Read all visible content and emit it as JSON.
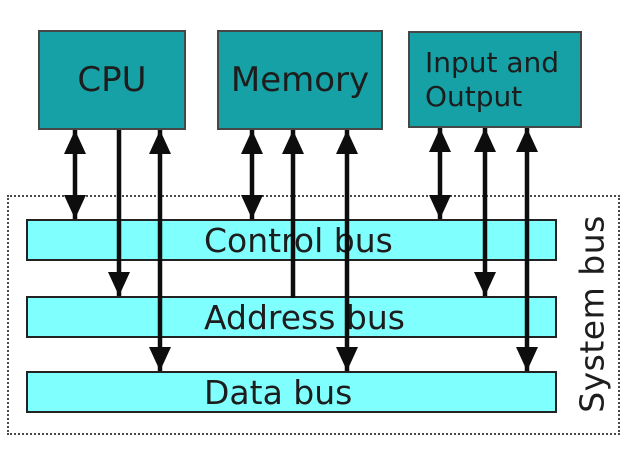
{
  "container_label": "System bus",
  "boxes": {
    "cpu": {
      "label": "CPU"
    },
    "memory": {
      "label": "Memory"
    },
    "io": {
      "line1": "Input and",
      "line2": "Output"
    }
  },
  "buses": [
    {
      "id": "control",
      "label": "Control bus"
    },
    {
      "id": "address",
      "label": "Address bus"
    },
    {
      "id": "data",
      "label": "Data bus"
    }
  ],
  "connections": [
    {
      "id": "cpu-control",
      "from": "CPU",
      "to": "Control bus",
      "direction": "both"
    },
    {
      "id": "cpu-address",
      "from": "CPU",
      "to": "Address bus",
      "direction": "down"
    },
    {
      "id": "cpu-data",
      "from": "CPU",
      "to": "Data bus",
      "direction": "both"
    },
    {
      "id": "memory-control",
      "from": "Memory",
      "to": "Control bus",
      "direction": "both"
    },
    {
      "id": "memory-address",
      "from": "Address bus",
      "to": "Memory",
      "direction": "up"
    },
    {
      "id": "memory-data",
      "from": "Memory",
      "to": "Data bus",
      "direction": "both"
    },
    {
      "id": "io-control",
      "from": "Input and Output",
      "to": "Control bus",
      "direction": "both"
    },
    {
      "id": "io-address",
      "from": "Input and Output",
      "to": "Address bus",
      "direction": "both"
    },
    {
      "id": "io-data",
      "from": "Input and Output",
      "to": "Data bus",
      "direction": "both"
    }
  ],
  "colors": {
    "background": "#ffffff",
    "box_fill": "#16a1a6",
    "box_border": "#474747",
    "bus_fill": "#80ffff",
    "bus_border": "#222222",
    "frame_dots": "#4a4a4a",
    "arrow": "#0d0d0d",
    "text": "#1d1d1d"
  }
}
